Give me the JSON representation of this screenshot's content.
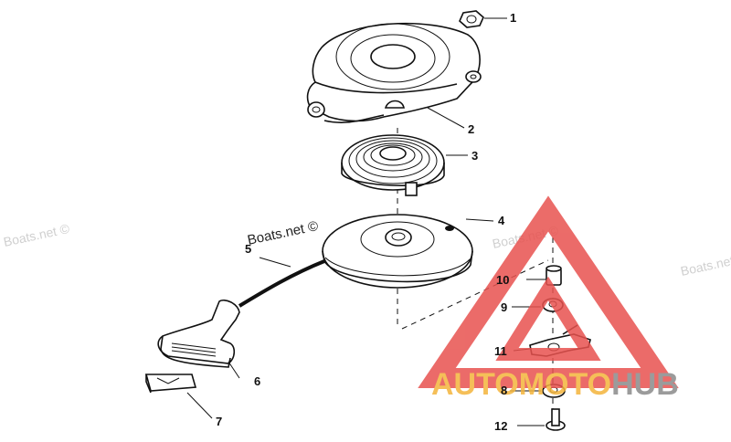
{
  "diagram": {
    "callouts": [
      {
        "id": "1",
        "label": "1"
      },
      {
        "id": "2",
        "label": "2"
      },
      {
        "id": "3",
        "label": "3"
      },
      {
        "id": "4",
        "label": "4"
      },
      {
        "id": "5",
        "label": "5"
      },
      {
        "id": "6",
        "label": "6"
      },
      {
        "id": "7",
        "label": "7"
      },
      {
        "id": "8",
        "label": "8"
      },
      {
        "id": "9",
        "label": "9"
      },
      {
        "id": "10",
        "label": "10"
      },
      {
        "id": "11",
        "label": "11"
      },
      {
        "id": "12",
        "label": "12"
      }
    ]
  },
  "watermarks": {
    "left": "Boats.net ©",
    "center": "Boats.net ©",
    "right": "Boats.net ©",
    "right_edge": "Boats.net ©"
  },
  "logo": {
    "text_auto": "AUTO",
    "text_moto": "MOTO",
    "text_hub": "HUB",
    "colors": {
      "red": "#e8524f",
      "pink": "#f2a19c",
      "orange": "#f4b53c",
      "gray": "#8a8a8a"
    }
  }
}
